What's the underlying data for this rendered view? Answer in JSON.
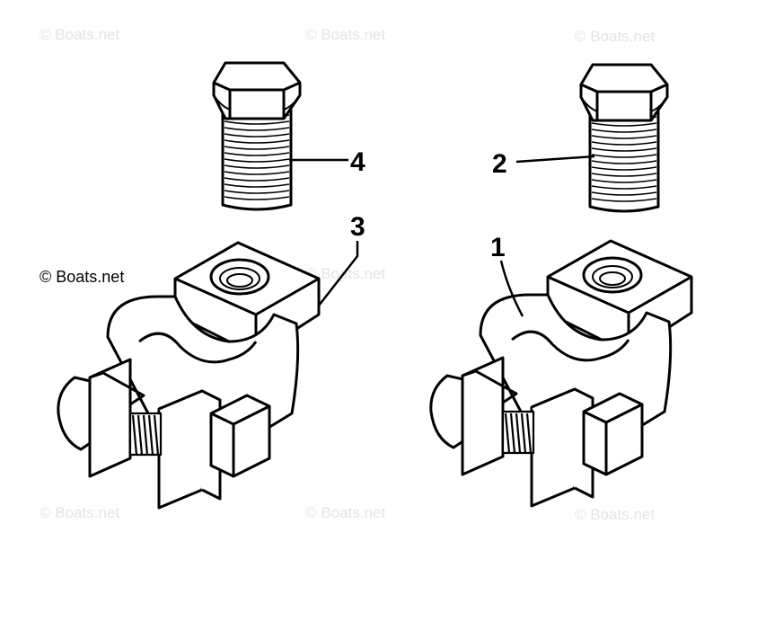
{
  "credit": "© Boats.net",
  "watermark": "© Boats.net",
  "callouts": [
    {
      "label": "4"
    },
    {
      "label": "2"
    },
    {
      "label": "3"
    },
    {
      "label": "1"
    }
  ],
  "colors": {
    "line": "#000000",
    "background": "#ffffff",
    "watermark": "#e4e4e4"
  }
}
